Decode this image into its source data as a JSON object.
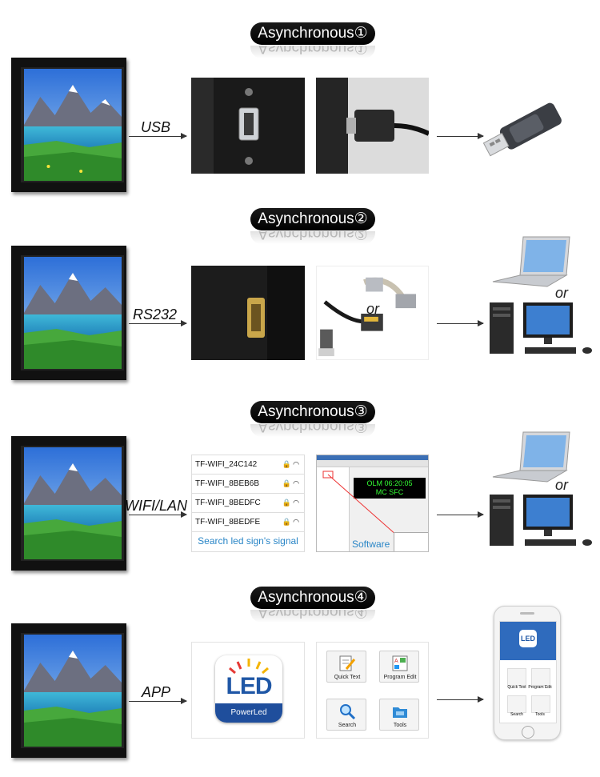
{
  "sections": [
    {
      "title": "Asynchronous①",
      "connection": "USB"
    },
    {
      "title": "Asynchronous②",
      "connection": "RS232"
    },
    {
      "title": "Asynchronous③",
      "connection": "WIFI/LAN"
    },
    {
      "title": "Asynchronous④",
      "connection": "APP"
    }
  ],
  "or_text": "or",
  "wifi": {
    "networks": [
      "TF-WIFI_24C142",
      "TF-WIFI_8BEB6B",
      "TF-WIFI_8BEDFC",
      "TF-WIFI_8BEDFE"
    ],
    "caption": "Search led sign's signal"
  },
  "software": {
    "caption": "Software",
    "led_line1": "OLM 06:20:05",
    "led_line2": "MC SFC"
  },
  "app": {
    "logo_text": "LED",
    "logo_caption": "PowerLed",
    "tiles": [
      "Quick Text",
      "Program Edit",
      "Search",
      "Tools"
    ]
  },
  "colors": {
    "accent_blue": "#2a86c7",
    "pill": "#000000",
    "led_green": "#35ff35"
  }
}
